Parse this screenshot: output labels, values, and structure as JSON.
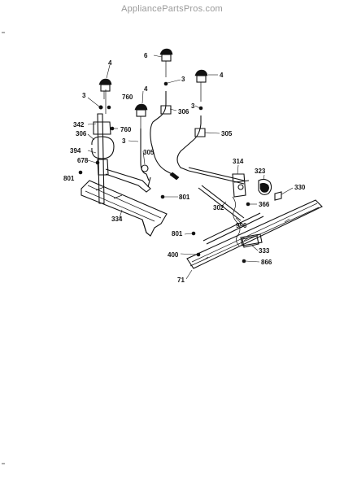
{
  "watermark": "AppliancePartsPros.com",
  "callouts": {
    "c6": "6",
    "c3a": "3",
    "c4a": "4",
    "c4b": "4",
    "c4c": "4",
    "c3b": "3",
    "c760a": "760",
    "c306a": "306",
    "c3c": "3",
    "c342": "342",
    "c306b": "306",
    "c760b": "760",
    "c3d": "3",
    "c305a": "305",
    "c305b": "305",
    "c394": "394",
    "c678": "678",
    "c801a": "801",
    "c314": "314",
    "c323": "323",
    "c330": "330",
    "c801b": "801",
    "c302": "302",
    "c366": "366",
    "c334": "334",
    "c996": "996",
    "c801c": "801",
    "c333": "333",
    "c400": "400",
    "c866": "866",
    "c71": "71"
  }
}
